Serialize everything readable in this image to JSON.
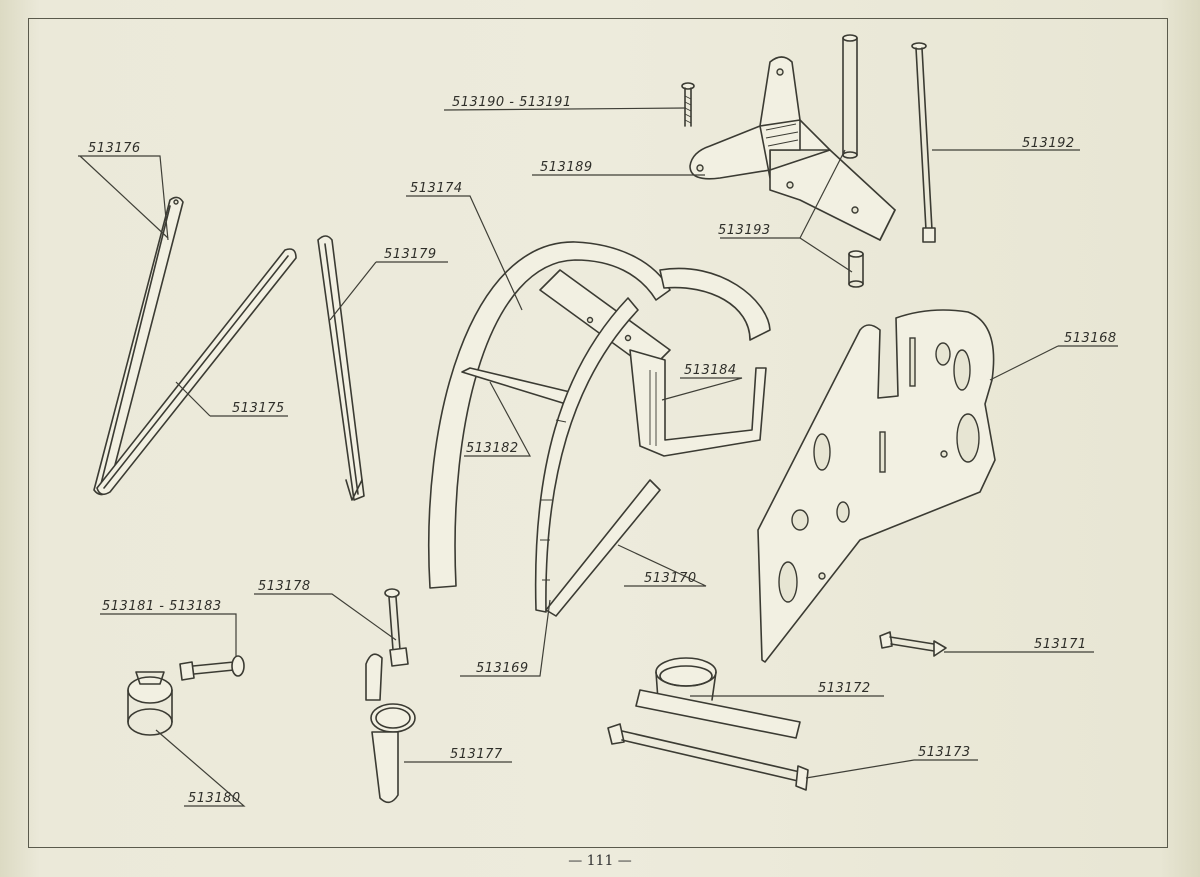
{
  "plate": {
    "page_number": "— 111 —",
    "parts": [
      {
        "ref": "513190 - 513191",
        "part": "screw"
      },
      {
        "ref": "513189",
        "part": "bracket"
      },
      {
        "ref": "513192",
        "part": "long-bolt"
      },
      {
        "ref": "513193",
        "part": "spacer-tube"
      },
      {
        "ref": "513176",
        "part": "stay"
      },
      {
        "ref": "513175",
        "part": "stay"
      },
      {
        "ref": "513179",
        "part": "stay"
      },
      {
        "ref": "513174",
        "part": "mudguard-frame"
      },
      {
        "ref": "513182",
        "part": "cross-bar"
      },
      {
        "ref": "513184",
        "part": "support-bracket"
      },
      {
        "ref": "513168",
        "part": "side-panel"
      },
      {
        "ref": "513170",
        "part": "mudguard-blade"
      },
      {
        "ref": "513169",
        "part": "mudguard-inner"
      },
      {
        "ref": "513171",
        "part": "bolt"
      },
      {
        "ref": "513172",
        "part": "clamp"
      },
      {
        "ref": "513173",
        "part": "long-bolt"
      },
      {
        "ref": "513178",
        "part": "bolt"
      },
      {
        "ref": "513181 - 513183",
        "part": "bolt"
      },
      {
        "ref": "513177",
        "part": "clamp-bracket"
      },
      {
        "ref": "513180",
        "part": "collar"
      }
    ]
  }
}
